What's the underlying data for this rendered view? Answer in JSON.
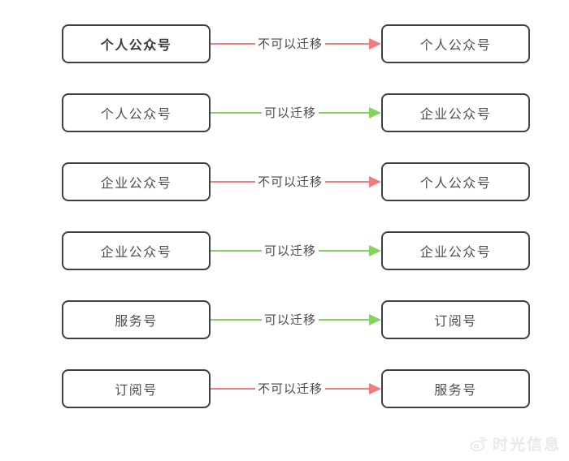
{
  "diagram_title": "",
  "colors": {
    "allowed_arrow": "#85d45f",
    "blocked_arrow": "#f07d7d",
    "box_border": "#3f3f46",
    "box_text": "#4f4f4f",
    "watermark_text_color": "#e9e9e9",
    "background": "#ffffff"
  },
  "rows": [
    {
      "source": "个人公众号",
      "label": "不可以迁移",
      "target": "个人公众号",
      "status": "blocked",
      "source_weight": "bold"
    },
    {
      "source": "个人公众号",
      "label": "可以迁移",
      "target": "企业公众号",
      "status": "allowed",
      "source_weight": "normal"
    },
    {
      "source": "企业公众号",
      "label": "不可以迁移",
      "target": "个人公众号",
      "status": "blocked",
      "source_weight": "normal"
    },
    {
      "source": "企业公众号",
      "label": "可以迁移",
      "target": "企业公众号",
      "status": "allowed",
      "source_weight": "normal"
    },
    {
      "source": "服务号",
      "label": "可以迁移",
      "target": "订阅号",
      "status": "allowed",
      "source_weight": "normal"
    },
    {
      "source": "订阅号",
      "label": "不可以迁移",
      "target": "服务号",
      "status": "blocked",
      "source_weight": "normal"
    }
  ],
  "watermark": {
    "text": "时光信息",
    "icon": "weibo-icon"
  }
}
